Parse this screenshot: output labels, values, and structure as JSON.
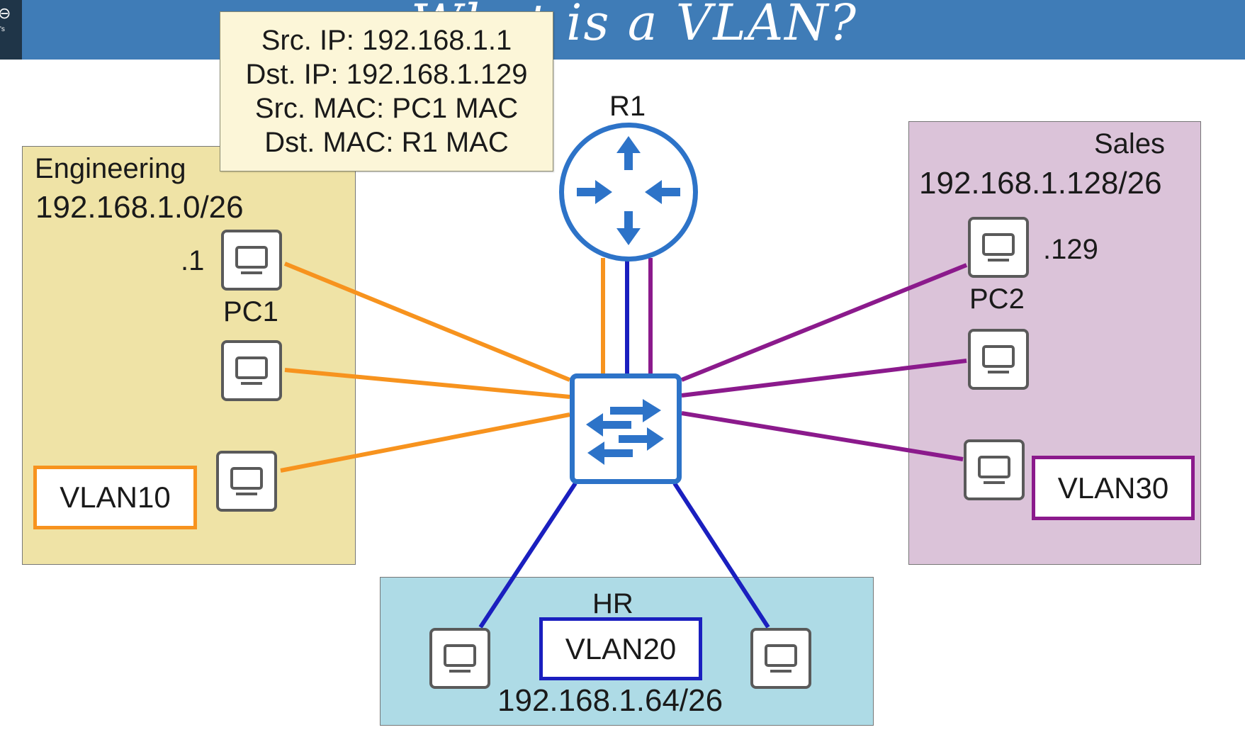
{
  "header": {
    "title": "What is a VLAN?",
    "logo_text": "⊖",
    "logo_subtext": "'s"
  },
  "callout": {
    "lines": [
      "Src. IP: 192.168.1.1",
      "Dst. IP: 192.168.1.129",
      "Src. MAC: PC1 MAC",
      "Dst. MAC: R1 MAC"
    ]
  },
  "router": {
    "label": "R1",
    "icon": "router-icon",
    "color": "#2d73c8"
  },
  "switch": {
    "icon": "switch-icon",
    "color": "#2d73c8"
  },
  "zones": {
    "engineering": {
      "name": "Engineering",
      "subnet": "192.168.1.0/26",
      "vlan": "VLAN10",
      "host_octet": ".1",
      "host_name": "PC1",
      "fill": "#efe3a6",
      "link_color": "#f7931e"
    },
    "hr": {
      "name": "HR",
      "subnet": "192.168.1.64/26",
      "vlan": "VLAN20",
      "fill": "#aedbe6",
      "link_color": "#1a1fbf"
    },
    "sales": {
      "name": "Sales",
      "subnet": "192.168.1.128/26",
      "vlan": "VLAN30",
      "host_octet": ".129",
      "host_name": "PC2",
      "fill": "#dbc3d9",
      "link_color": "#8b1a8c"
    }
  },
  "pc_icon": "computer-icon"
}
